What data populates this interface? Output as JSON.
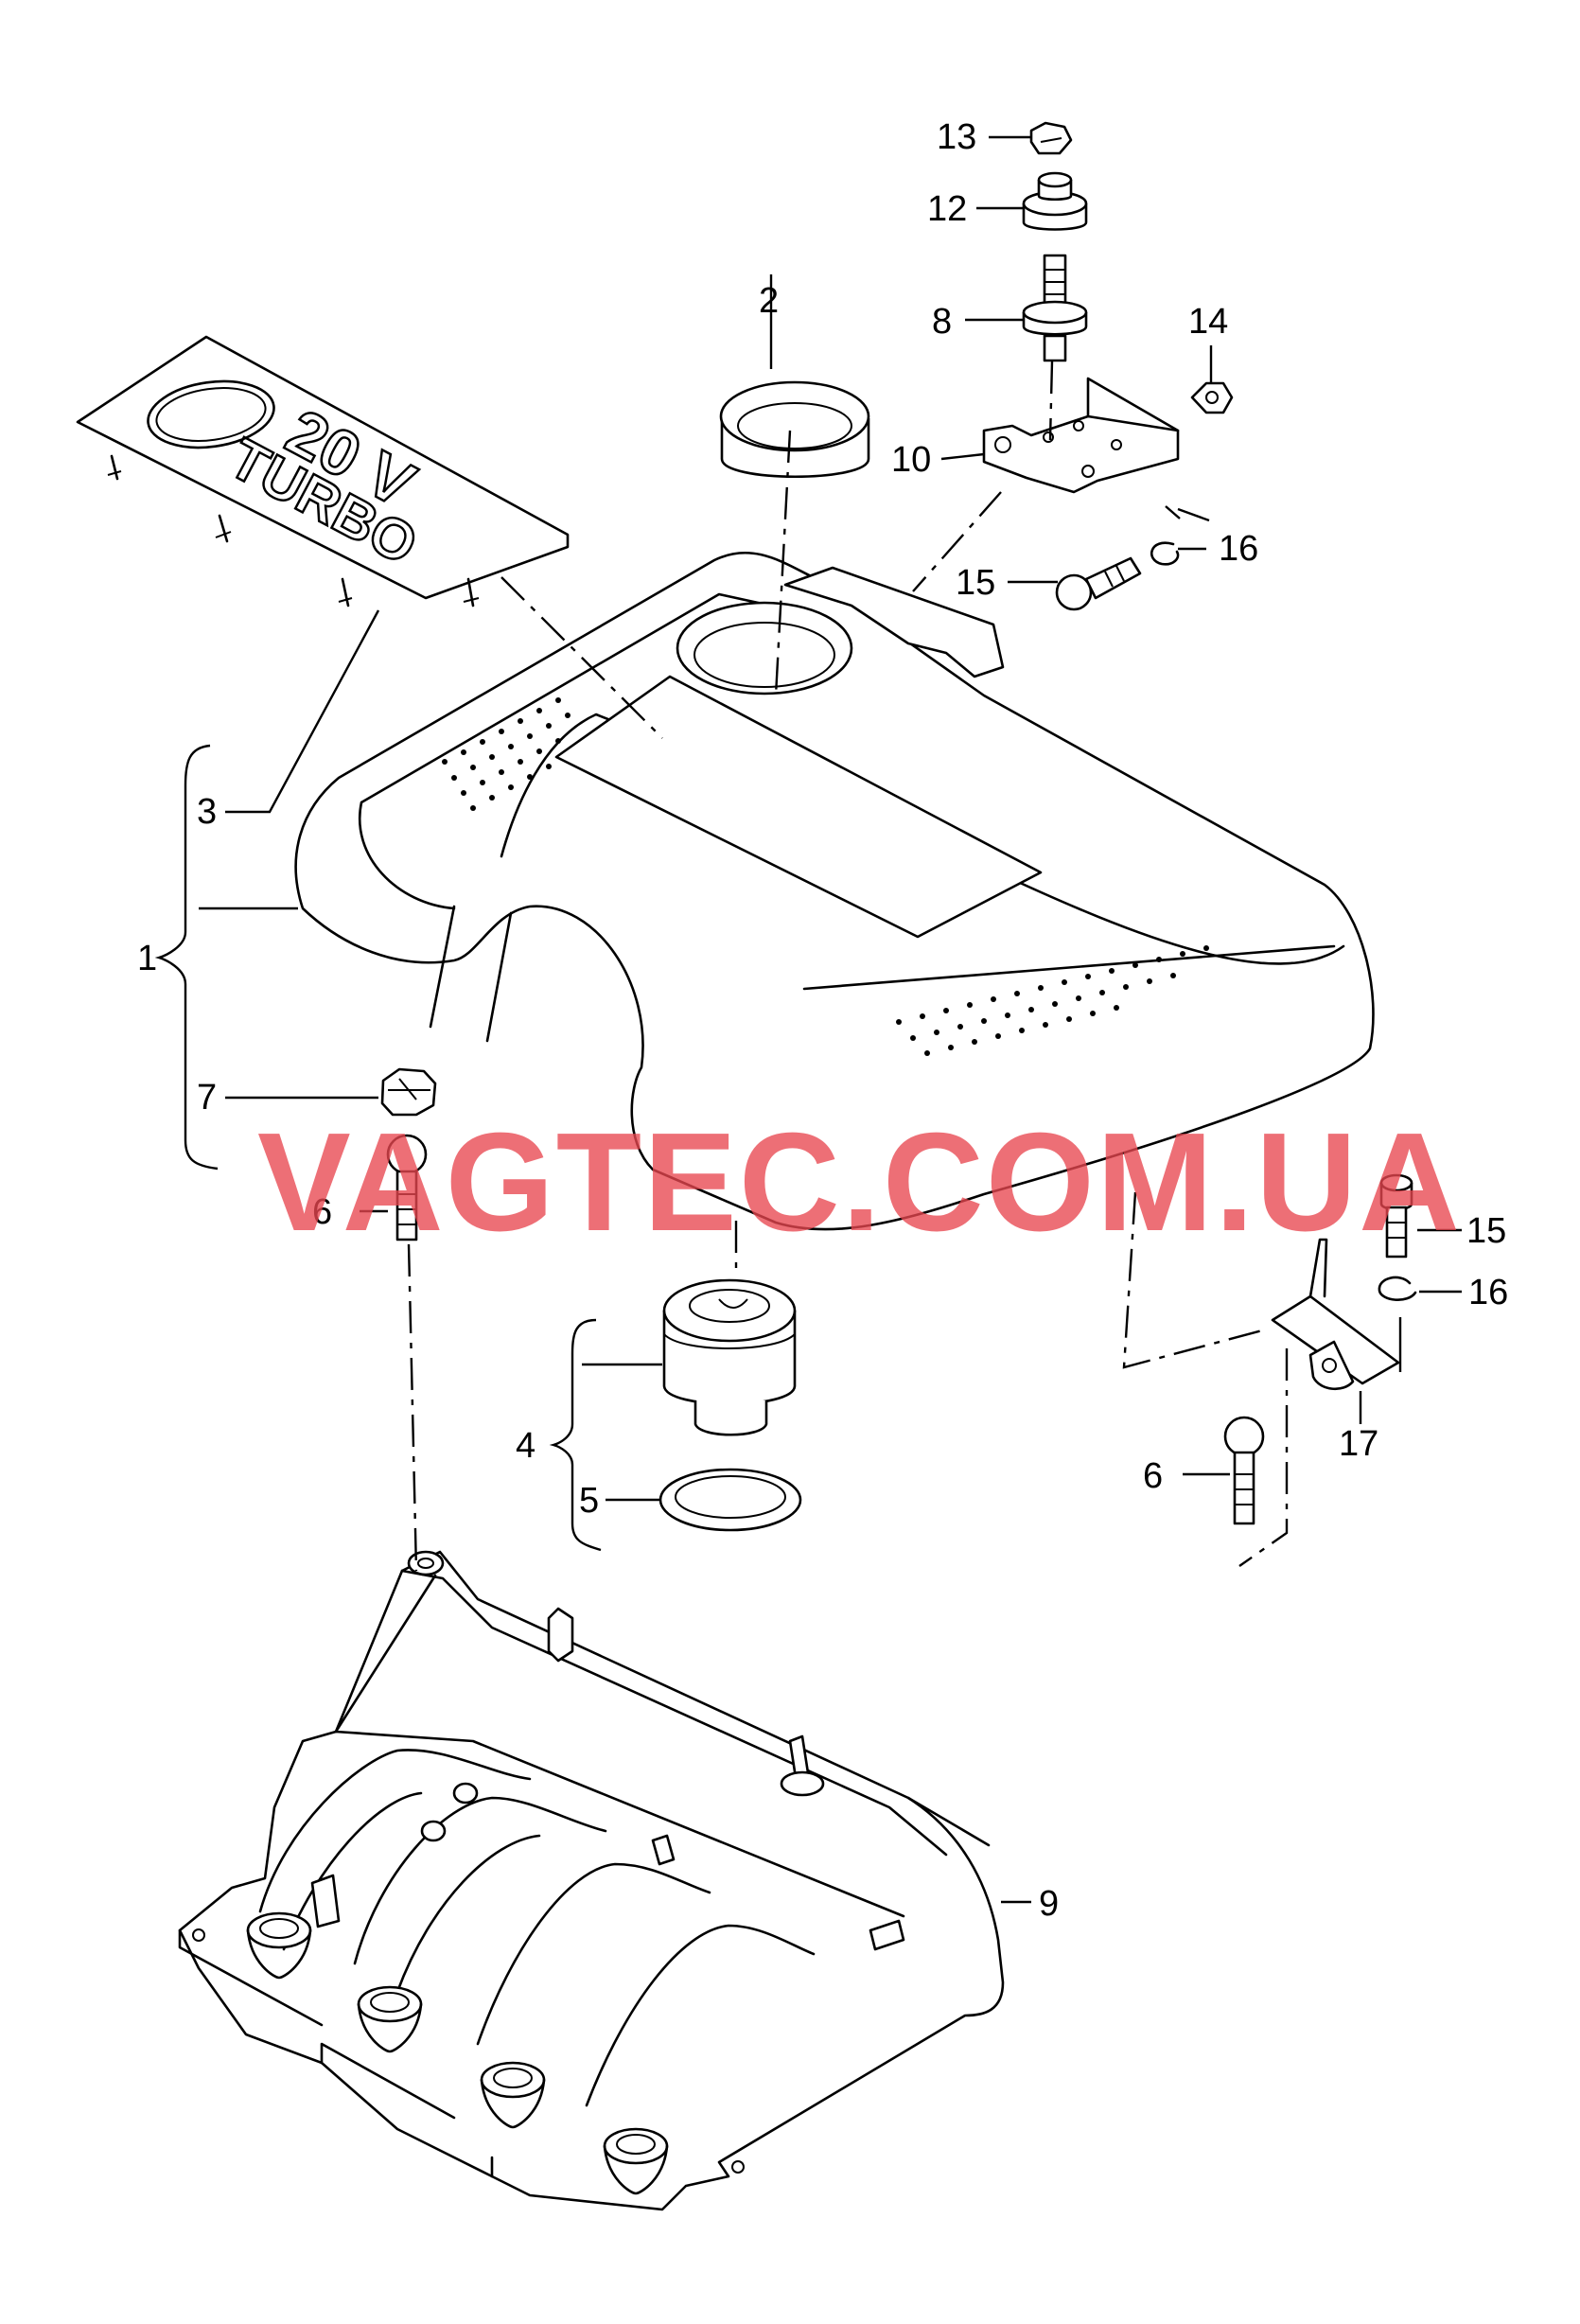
{
  "diagram": {
    "watermark": "VAGTEC.COM.UA",
    "emblem_text": {
      "line1": "20 V",
      "line2": "TURBO"
    },
    "callouts": {
      "c1": "1",
      "c2": "2",
      "c3": "3",
      "c4": "4",
      "c5": "5",
      "c6a": "6",
      "c6b": "6",
      "c7": "7",
      "c8": "8",
      "c9": "9",
      "c10": "10",
      "c12": "12",
      "c13": "13",
      "c14": "14",
      "c15a": "15",
      "c15b": "15",
      "c16a": "16",
      "c16b": "16",
      "c17": "17"
    }
  }
}
